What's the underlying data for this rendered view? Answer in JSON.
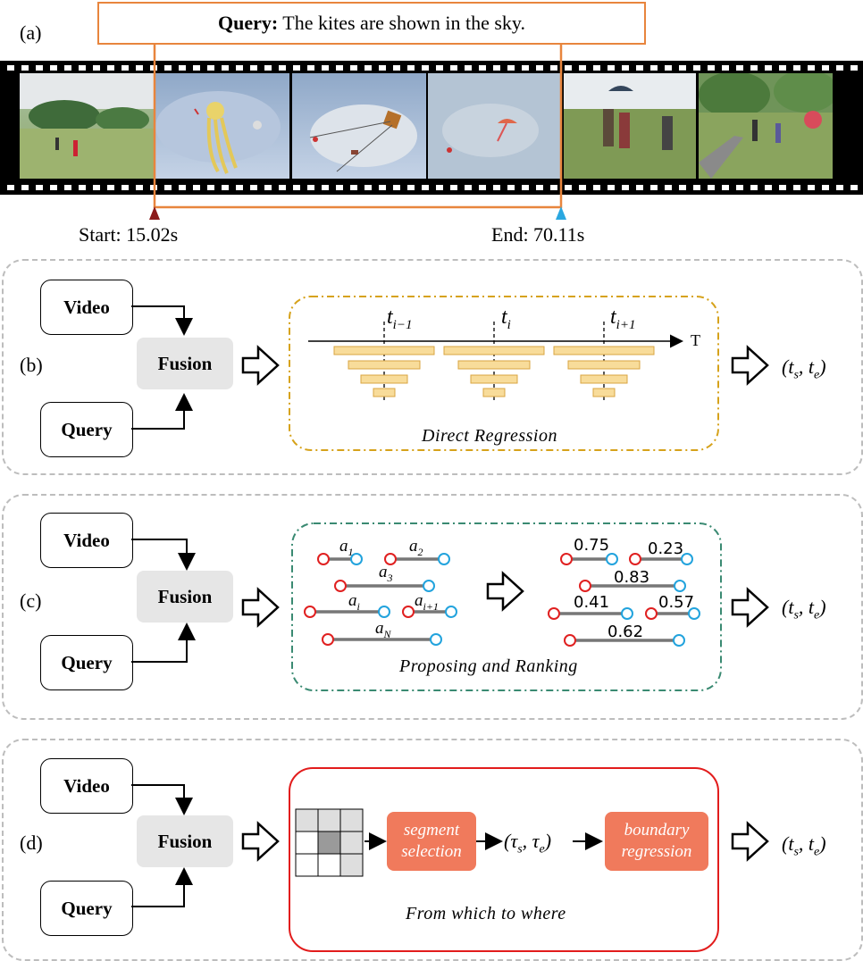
{
  "panel_a": {
    "label": "(a)",
    "query_bold": "Query:",
    "query_text": " The kites are shown in the sky.",
    "start": "Start: 15.02s",
    "end": "End: 70.11s"
  },
  "panel_b": {
    "label": "(b)",
    "video": "Video",
    "query": "Query",
    "fusion": "Fusion",
    "axis_t": "T",
    "t_prev": "t",
    "t_prev_sub": "i−1",
    "t_cur": "t",
    "t_cur_sub": "i",
    "t_next": "t",
    "t_next_sub": "i+1",
    "caption": "Direct Regression",
    "output": "(t",
    "output_s": "s",
    "output_mid": ", t",
    "output_e": "e",
    "output_end": ")"
  },
  "panel_c": {
    "label": "(c)",
    "video": "Video",
    "query": "Query",
    "fusion": "Fusion",
    "proposals": {
      "a1": "a",
      "a1_sub": "1",
      "a2": "a",
      "a2_sub": "2",
      "a3": "a",
      "a3_sub": "3",
      "ai": "a",
      "ai_sub": "i",
      "ai1": "a",
      "ai1_sub": "i+1",
      "aN": "a",
      "aN_sub": "N"
    },
    "scores": [
      "0.75",
      "0.23",
      "0.83",
      "0.41",
      "0.57",
      "0.62"
    ],
    "caption": "Proposing and Ranking",
    "output": "(t",
    "output_s": "s",
    "output_mid": ", t",
    "output_e": "e",
    "output_end": ")"
  },
  "panel_d": {
    "label": "(d)",
    "video": "Video",
    "query": "Query",
    "fusion": "Fusion",
    "segment_selection_1": "segment",
    "segment_selection_2": "selection",
    "tau": "(τ",
    "tau_s": "s",
    "tau_mid": ", τ",
    "tau_e": "e",
    "tau_end": ")",
    "boundary_1": "boundary",
    "boundary_2": "regression",
    "caption": "From which to where",
    "output": "(t",
    "output_s": "s",
    "output_mid": ", t",
    "output_e": "e",
    "output_end": ")"
  },
  "colors": {
    "orange_frame": "#e8853d",
    "bar_fill": "#f8dc9a",
    "bar_stroke": "#d9a441",
    "panel_b_border": "#d6a21b",
    "panel_c_border": "#3a8a72",
    "panel_d_border": "#e21c1c",
    "pill": "#f07a5c",
    "start_marker": "#8b1a1a",
    "end_marker": "#2aa7e0",
    "proposal_red": "#e02020",
    "proposal_blue": "#22a3dd"
  }
}
